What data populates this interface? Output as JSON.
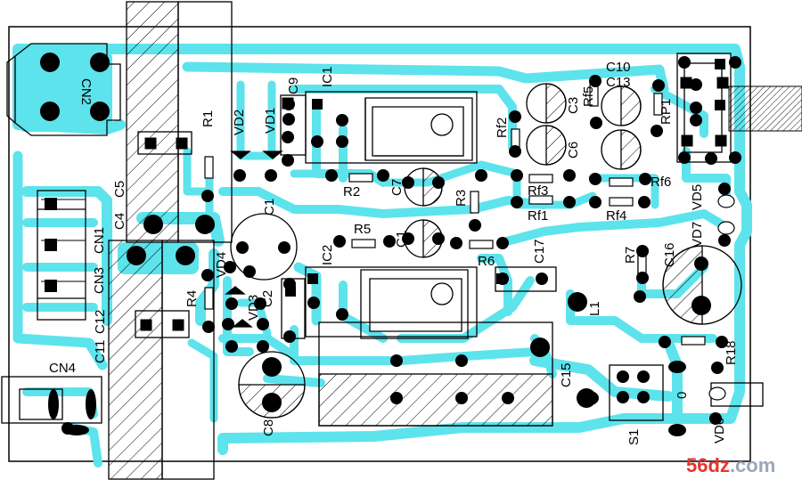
{
  "colors": {
    "trace": "#5de3ec",
    "pad": "#000000",
    "board_outline": "#000000",
    "background": "#ffffff",
    "watermark_primary": "#e4362f",
    "watermark_secondary": "#9aa7b8"
  },
  "labels": {
    "CN2": "CN2",
    "CN1": "CN1",
    "CN3": "CN3",
    "CN4": "CN4",
    "C5": "C5",
    "C4": "C4",
    "C12": "C12",
    "C11": "C11",
    "R1": "R1",
    "VD2": "VD2",
    "VD1": "VD1",
    "C9": "C9",
    "IC1": "IC1",
    "R2": "R2",
    "C7": "C7",
    "C1a": "C1",
    "C1b": "C1",
    "R5": "R5",
    "R3": "R3",
    "R6": "R6",
    "Rf2": "Rf2",
    "Rf5": "Rf5",
    "C3": "C3",
    "C6": "C6",
    "C10": "C10",
    "C13": "C13",
    "RP1": "RP1",
    "Rf3": "Rf3",
    "Rf1": "Rf1",
    "Rf6": "Rf6",
    "Rf4": "Rf4",
    "VD5": "VD5",
    "VD7": "VD7",
    "C17": "C17",
    "R7": "R7",
    "C16": "C16",
    "L1": "L1",
    "IC2": "IC2",
    "VD4": "VD4",
    "R4": "R4",
    "VD3": "VD3",
    "C2": "C2",
    "R18": "R18",
    "C15": "C15",
    "C8": "C8",
    "S1": "S1",
    "VD6": "VD6",
    "S1_mark": "0"
  },
  "watermark": {
    "part1": "56",
    "part2": "dz",
    "part3": ".com"
  }
}
